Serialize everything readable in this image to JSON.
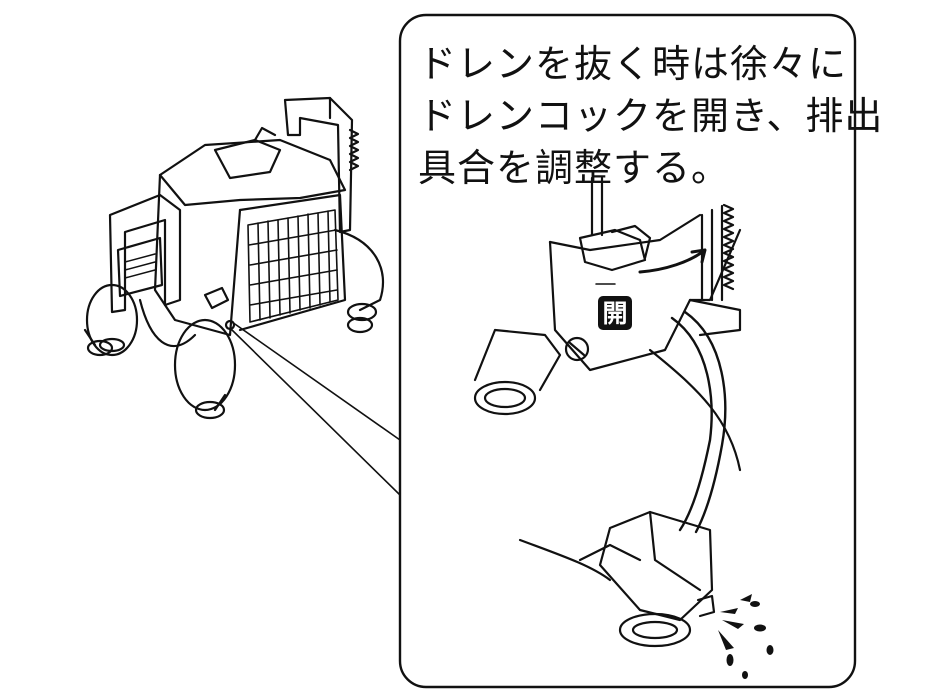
{
  "instruction": {
    "lines": [
      "ドレンを抜く時は徐々に",
      "ドレンコックを開き、排出",
      "具合を調整する。"
    ]
  },
  "cock_label": "開",
  "colors": {
    "line": "#111111",
    "background": "#ffffff",
    "label_bg": "#111111",
    "label_fg": "#ffffff"
  },
  "icons": [
    "arrow-icon",
    "water-drop-icon"
  ]
}
